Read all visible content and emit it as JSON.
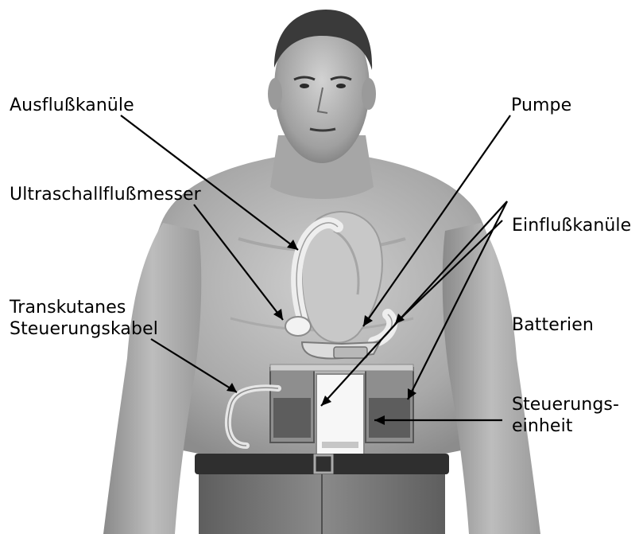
{
  "labels": {
    "ausfluss": "Ausflußkanüle",
    "ultraschall": "Ultraschallflußmesser",
    "transkutan_1": "Transkutanes",
    "transkutan_2": "Steuerungskabel",
    "pumpe": "Pumpe",
    "einfluss": "Einflußkanüle",
    "batterien": "Batterien",
    "steuerung_1": "Steuerungs-",
    "steuerung_2": "einheit"
  },
  "colors": {
    "background": "#ffffff",
    "ink": "#000000",
    "skin": "#b9b9b9",
    "pants": "#7a7a7a",
    "belt": "#2f2f2f"
  }
}
